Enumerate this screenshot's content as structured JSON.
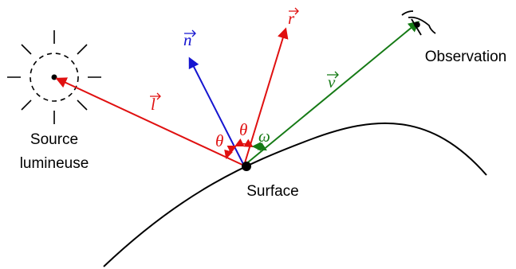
{
  "labels": {
    "source_line1": "Source",
    "source_line2": "lumineuse",
    "surface": "Surface",
    "observation": "Observation"
  },
  "vectors": {
    "n": "n",
    "r": "r",
    "l": "l",
    "v": "v"
  },
  "angles": {
    "theta_left": "θ",
    "theta_right": "θ",
    "omega": "ω"
  },
  "colors": {
    "l": "#e01010",
    "n": "#1515d0",
    "r": "#e01010",
    "v": "#157a15",
    "ink": "#000000"
  },
  "icons": {
    "light_source": "sun-icon",
    "observer": "eye-icon"
  }
}
